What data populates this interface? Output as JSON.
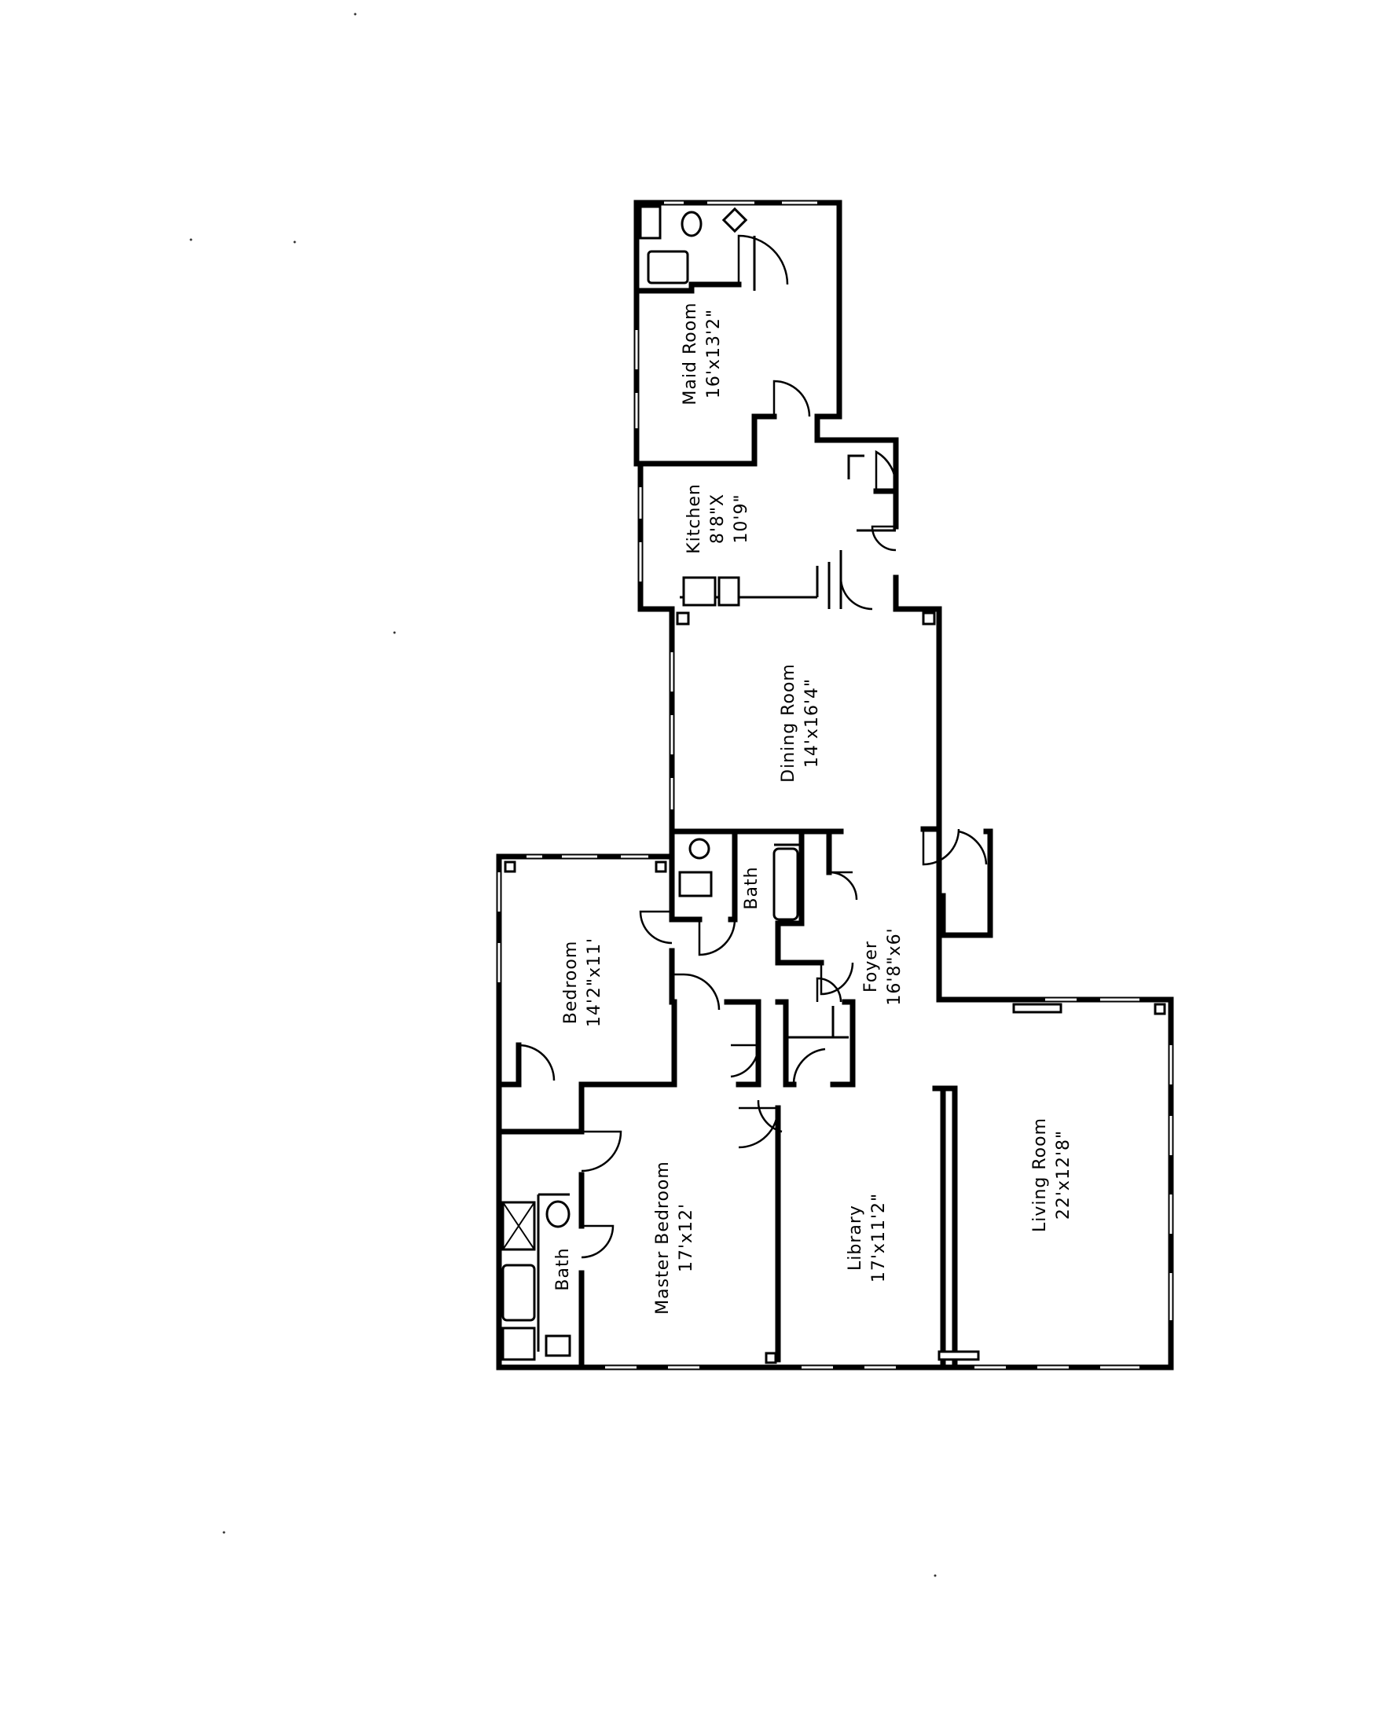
{
  "floor_plan": {
    "rooms": [
      {
        "id": "maids-room",
        "name": "Maid Room",
        "dims": "16'x13'2\""
      },
      {
        "id": "kitchen",
        "name": "Kitchen",
        "dims_line1": "8'8\"X",
        "dims_line2": "10'9\""
      },
      {
        "id": "dining-room",
        "name": "Dining Room",
        "dims": "14'x16'4\""
      },
      {
        "id": "bath-center",
        "name": "Bath"
      },
      {
        "id": "bedroom",
        "name": "Bedroom",
        "dims": "14'2\"x11'"
      },
      {
        "id": "foyer",
        "name": "Foyer",
        "dims": "16'8\"x6'"
      },
      {
        "id": "master-bedroom",
        "name": "Master Bedroom",
        "dims": "17'x12'"
      },
      {
        "id": "bath-master",
        "name": "Bath"
      },
      {
        "id": "library",
        "name": "Library",
        "dims": "17'x11'2\""
      },
      {
        "id": "living-room",
        "name": "Living Room",
        "dims": "22'x12'8\""
      }
    ]
  }
}
